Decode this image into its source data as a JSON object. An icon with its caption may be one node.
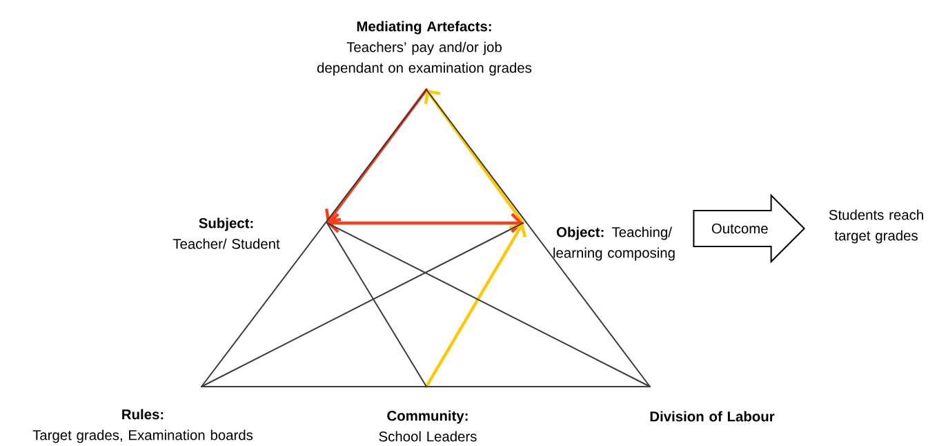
{
  "diagram": {
    "nodes": [
      {
        "text": [
          "Mediating Artefacts:",
          "Teachers’ pay and/or job dependant on examination grades"
        ]
      },
      {
        "text": [
          "**Subject:** Teacher/ Student"
        ]
      },
      {
        "text": [
          "**Object:** Teaching/ learning composing"
        ]
      },
      {
        "text": [
          "Rules:",
          "Target grades, Examination boards"
        ]
      },
      {
        "text": [
          "Community:",
          "School Leaders"
        ]
      },
      {
        "text": [
          "Division of Labour"
        ]
      },
      {
        "text": [
          "Students reach target grades"
        ]
      }
    ],
    "edges": [
      {
        "from": 0,
        "to": 1,
        "arrow": "to",
        "color": "#ff3b1a",
        "style": "thick"
      },
      {
        "from": 2,
        "to": 0,
        "arrow": "to",
        "color": "#ffc800",
        "style": "thick"
      },
      {
        "from": 1,
        "to": 2,
        "arrow": "both",
        "color": "#ff3b1a",
        "style": "thick"
      },
      {
        "from": 4,
        "to": 2,
        "arrow": "to",
        "color": "#ffc800",
        "style": "thick"
      },
      {
        "from": 0,
        "to": 3,
        "arrow": "none"
      },
      {
        "from": 0,
        "to": 5,
        "arrow": "none"
      },
      {
        "from": 3,
        "to": 4,
        "arrow": "none"
      },
      {
        "from": 4,
        "to": 5,
        "arrow": "none"
      },
      {
        "from": 1,
        "to": 4,
        "arrow": "none"
      },
      {
        "from": 1,
        "to": 5,
        "arrow": "none"
      },
      {
        "from": 2,
        "to": 3,
        "arrow": "none"
      },
      {
        "from": 2,
        "to": 6,
        "arrow": "to",
        "label": "Outcome"
      }
    ]
  }
}
